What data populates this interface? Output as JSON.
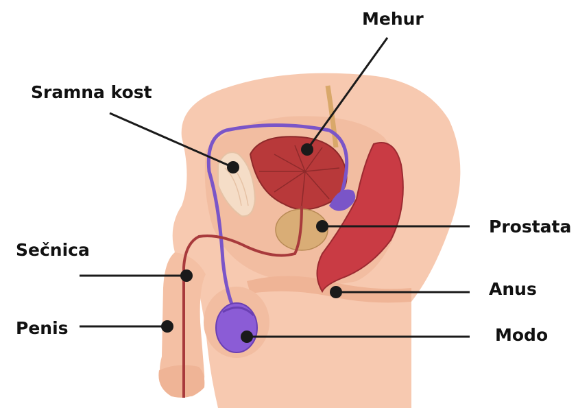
{
  "labels": {
    "mehur": "Mehur",
    "sramna_kost": "Sramna kost",
    "prostata": "Prostata",
    "secnica": "Sečnica",
    "anus": "Anus",
    "penis": "Penis",
    "modo": "Modo"
  },
  "colors": {
    "skin": "#f7c9b0",
    "skin_shadow": "#efb496",
    "bladder": "#b8393a",
    "prostate": "#d9ad76",
    "rectum": "#c93b44",
    "vas_deferens": "#7a55c8",
    "testis": "#8b5cd6",
    "urethra": "#a83a3c",
    "leader_line": "#1a1a1a"
  }
}
